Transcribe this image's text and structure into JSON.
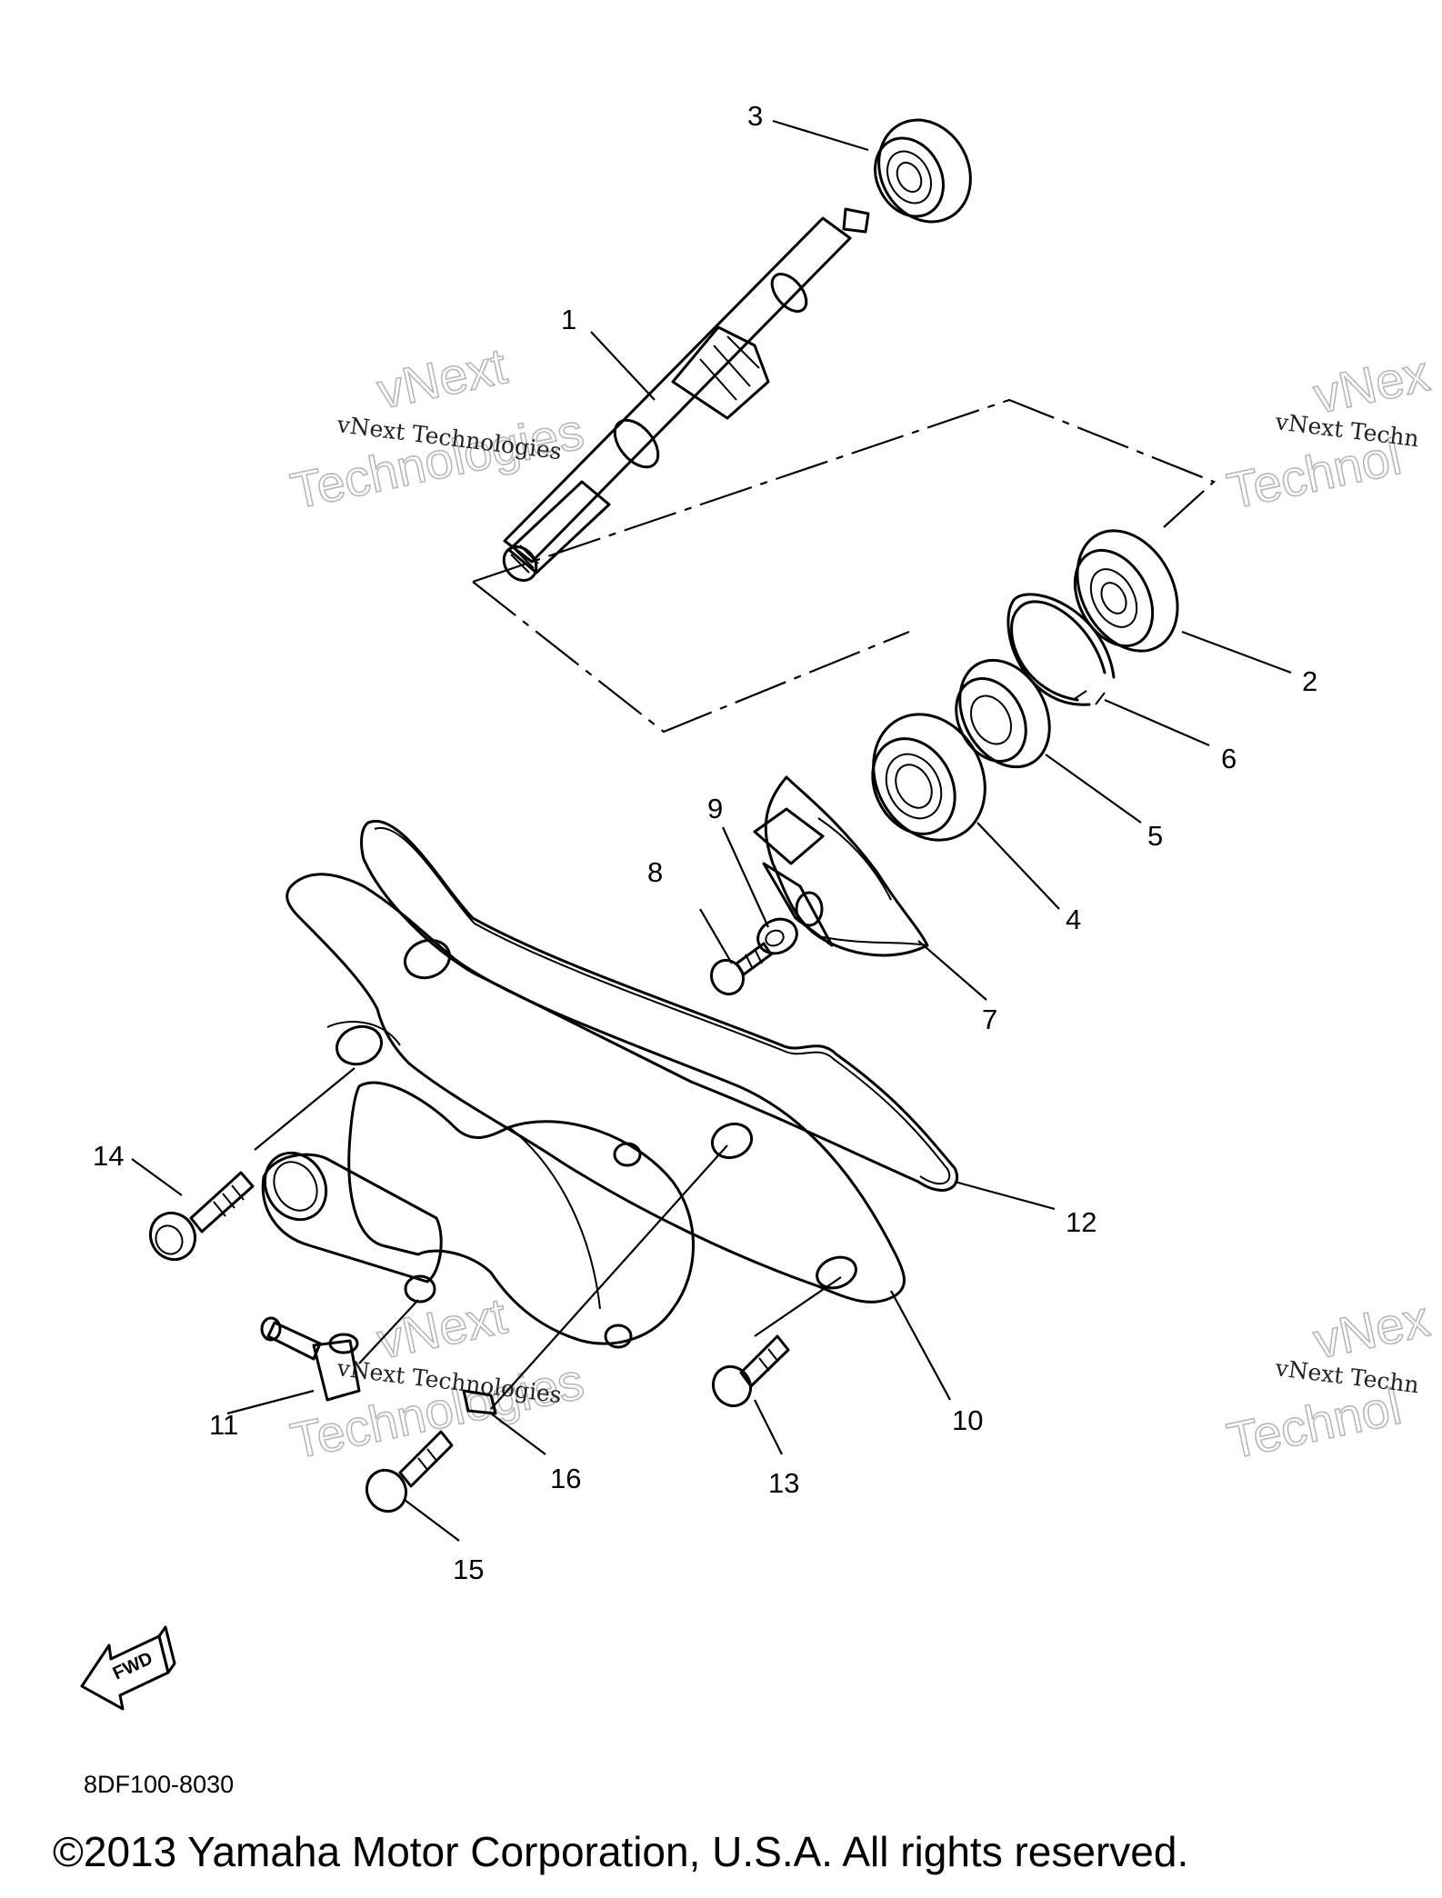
{
  "callouts": {
    "n1": "1",
    "n2": "2",
    "n3": "3",
    "n4": "4",
    "n5": "5",
    "n6": "6",
    "n7": "7",
    "n8": "8",
    "n9": "9",
    "n10": "10",
    "n11": "11",
    "n12": "12",
    "n13": "13",
    "n14": "14",
    "n15": "15",
    "n16": "16"
  },
  "watermarks": {
    "line_small": "vNext Technologies",
    "line_small_cut": "vNext Techn",
    "big_top": "vNext",
    "big_bottom": "Technologies",
    "big_top_cut": "vNex",
    "big_bottom_cut": "Technol"
  },
  "fwd_label": "FWD",
  "diagram_code": "8DF100-8030",
  "copyright": "©2013 Yamaha Motor Corporation, U.S.A. All rights reserved."
}
